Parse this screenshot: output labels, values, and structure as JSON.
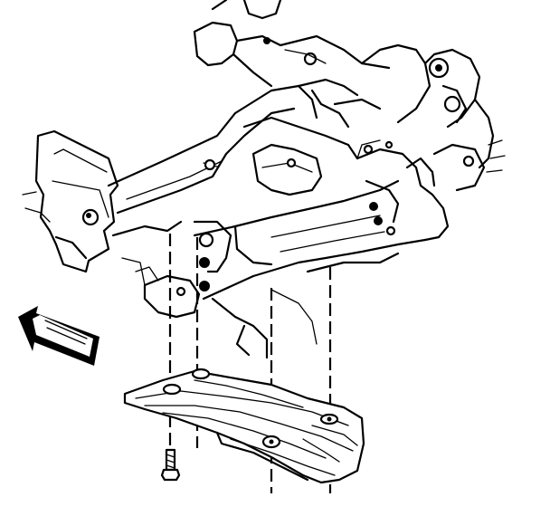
{
  "figure": {
    "parts": [
      {
        "name": "frame-crossmember-assembly"
      },
      {
        "name": "front-skid-plate"
      },
      {
        "name": "skid-plate-bolt"
      }
    ],
    "direction_arrow": "front-of-vehicle-arrow",
    "ink_color": "#000000",
    "background_color": "#ffffff"
  }
}
